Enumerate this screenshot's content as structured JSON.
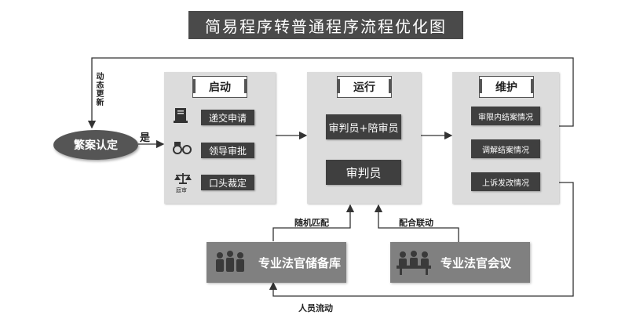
{
  "title": "简易程序转普通程序流程优化图",
  "start_node": "繁案认定",
  "yes_label": "是",
  "top_loop_label": "动态更新",
  "stages": {
    "qidong": {
      "header": "启动",
      "steps": [
        "递交申请",
        "领导审批",
        "口头裁定"
      ],
      "icon_caption": "庭审"
    },
    "yunxing": {
      "header": "运行",
      "items": [
        "审判员+陪审员",
        "审判员"
      ]
    },
    "weihu": {
      "header": "维护",
      "items": [
        "审限内结案情况",
        "调解结案情况",
        "上诉发改情况"
      ]
    }
  },
  "pools": {
    "library": "专业法官储备库",
    "meeting": "专业法官会议"
  },
  "arrow_labels": {
    "random_match": "随机匹配",
    "coordination": "配合联动",
    "flow": "人员流动"
  },
  "colors": {
    "dark": "#3f3f3f",
    "panel": "#dcdcdc",
    "pool": "#808080",
    "title_bg": "#4a4a4a"
  }
}
